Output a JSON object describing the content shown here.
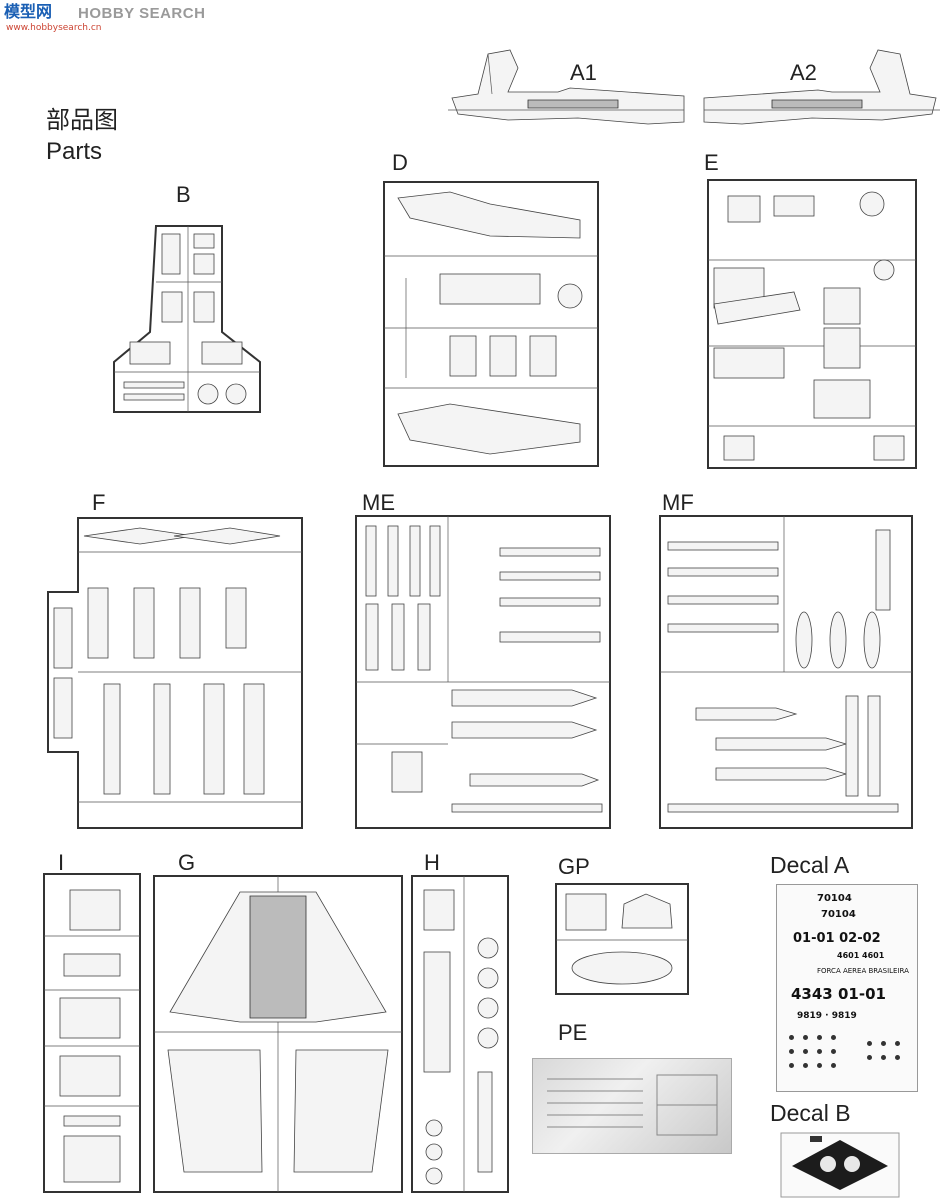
{
  "watermark": {
    "logo_cn": "模型网",
    "logo_en": "HOBBY SEARCH",
    "url": "www.hobbysearch.cn"
  },
  "heading": {
    "title_cn": "部品图",
    "title_en": "Parts"
  },
  "sprues": {
    "A1": "A1",
    "A2": "A2",
    "B": "B",
    "D": "D",
    "E": "E",
    "F": "F",
    "ME": "ME",
    "MF": "MF",
    "I": "I",
    "G": "G",
    "H": "H",
    "GP": "GP"
  },
  "extras": {
    "pe": "PE",
    "decal_a": "Decal A",
    "decal_b": "Decal B"
  },
  "decal_a_markings": {
    "row1": "70104",
    "row2": "70104",
    "row3": "01-01  02-02",
    "row4": "4601 4601",
    "row5": "4343  01-01",
    "row6": "9819 · 9819",
    "force": "FORCA AEREA BRASILEIRA"
  },
  "colors": {
    "line": "#333333",
    "logo_blue": "#1a5fb4",
    "logo_grey": "#9a9a9a"
  }
}
